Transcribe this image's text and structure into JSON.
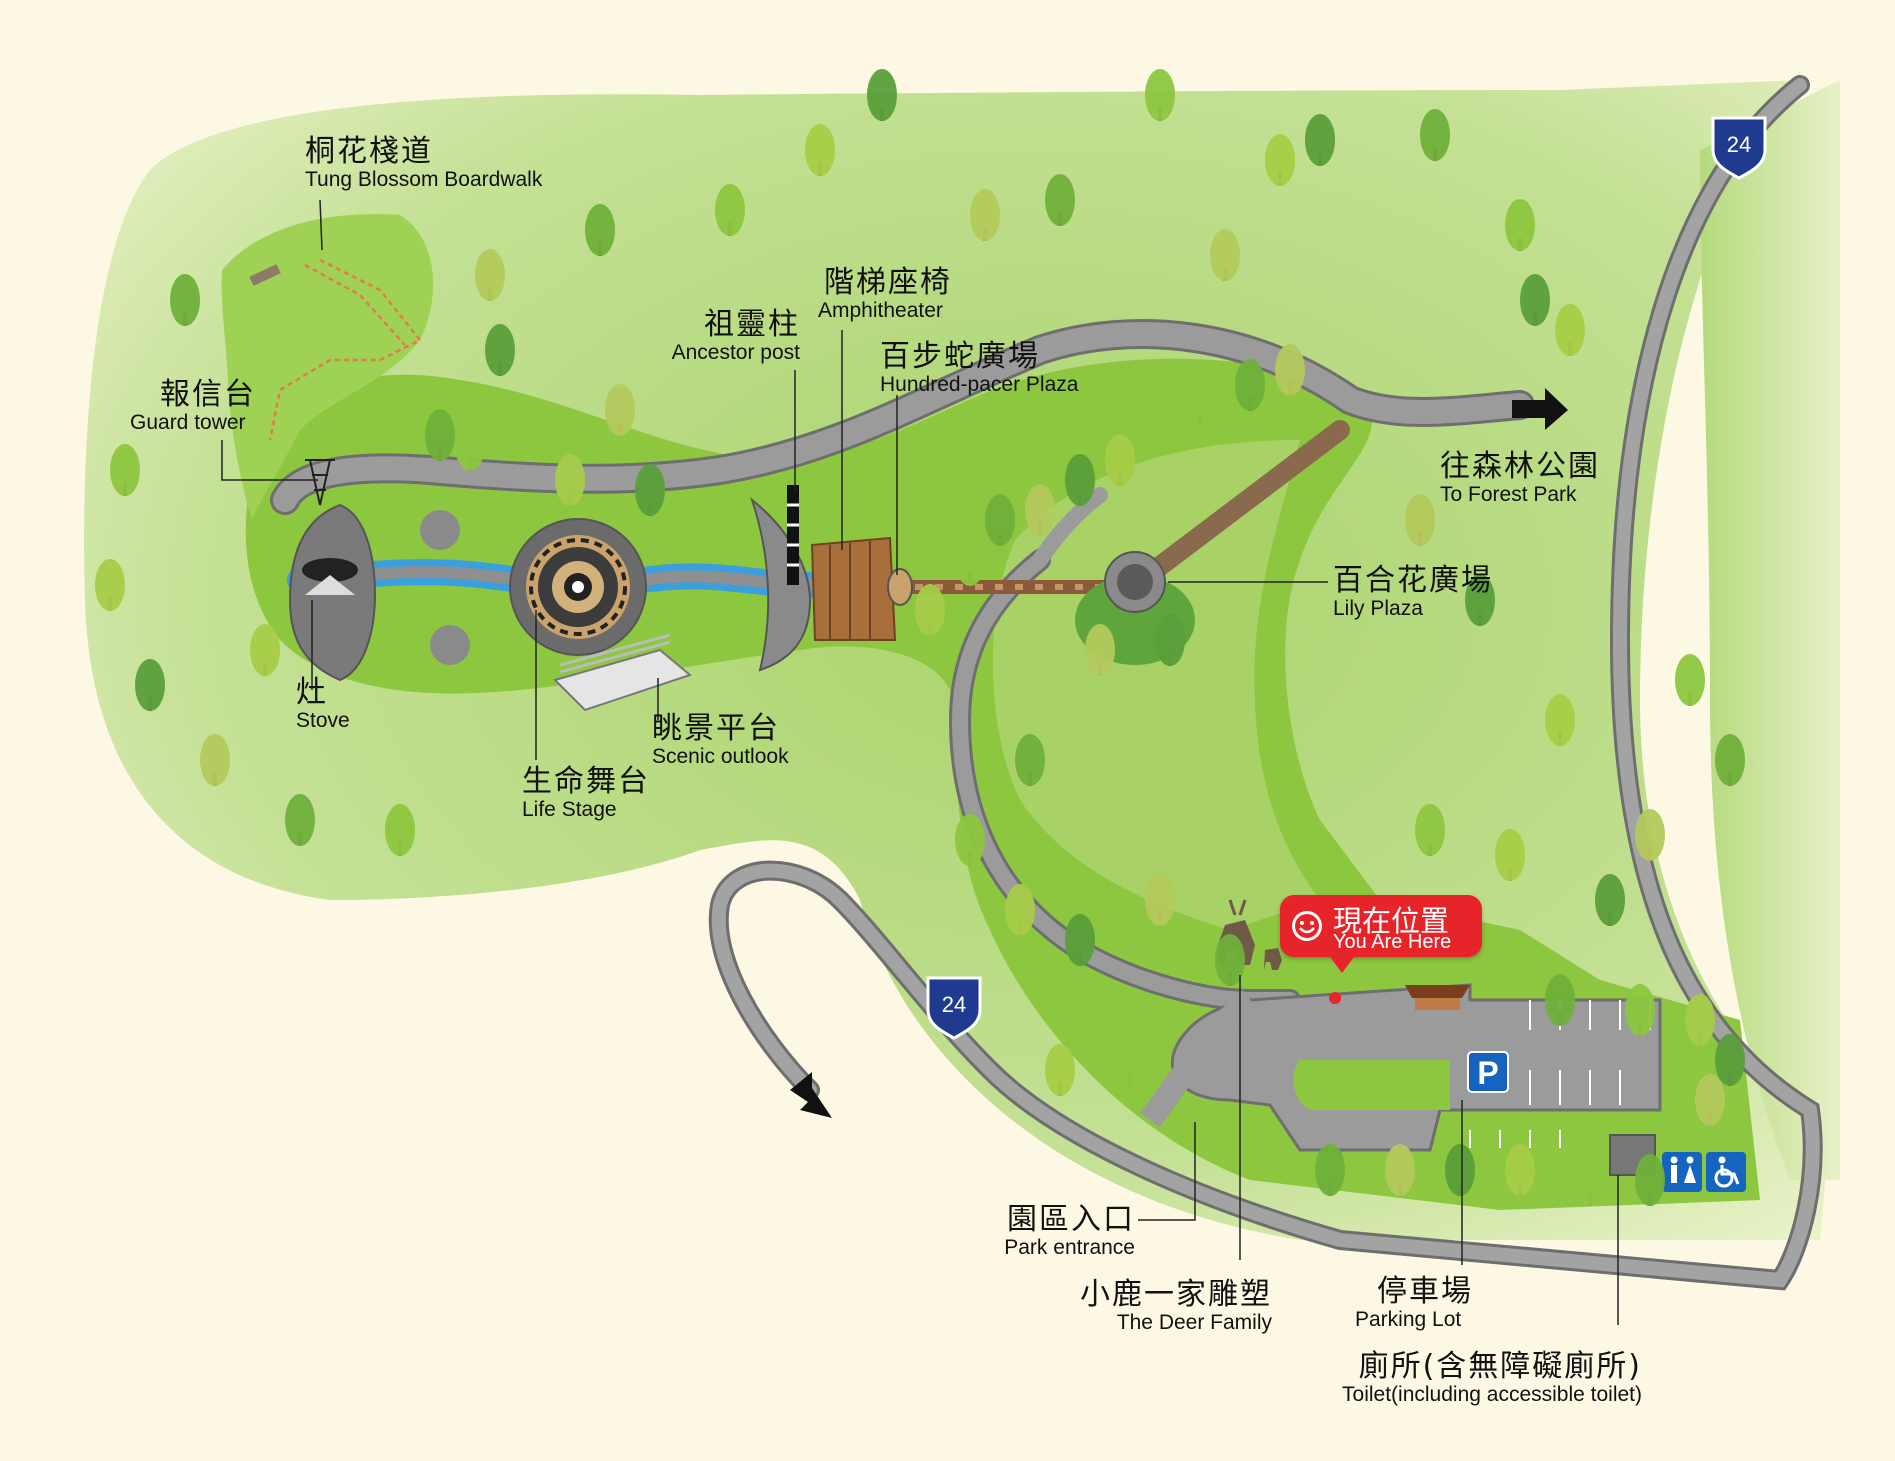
{
  "route_shield": "24",
  "labels": {
    "boardwalk": {
      "zh": "桐花棧道",
      "en": "Tung Blossom Boardwalk"
    },
    "guard_tower": {
      "zh": "報信台",
      "en": "Guard tower"
    },
    "stove": {
      "zh": "灶",
      "en": "Stove"
    },
    "life_stage": {
      "zh": "生命舞台",
      "en": "Life Stage"
    },
    "scenic_outlook": {
      "zh": "眺景平台",
      "en": "Scenic outlook"
    },
    "ancestor_post": {
      "zh": "祖靈柱",
      "en": "Ancestor post"
    },
    "amphitheater": {
      "zh": "階梯座椅",
      "en": "Amphitheater"
    },
    "hundred_pacer": {
      "zh": "百步蛇廣場",
      "en": "Hundred-pacer Plaza"
    },
    "forest_park": {
      "zh": "往森林公園",
      "en": "To Forest Park"
    },
    "lily_plaza": {
      "zh": "百合花廣場",
      "en": "Lily Plaza"
    },
    "park_entrance": {
      "zh": "園區入口",
      "en": "Park entrance"
    },
    "deer_family": {
      "zh": "小鹿一家雕塑",
      "en": "The Deer Family"
    },
    "parking_lot": {
      "zh": "停車場",
      "en": "Parking Lot"
    },
    "toilet": {
      "zh": "廁所(含無障礙廁所)",
      "en": "Toilet(including accessible toilet)"
    }
  },
  "you_are_here": {
    "zh": "現在位置",
    "en": "You Are Here"
  },
  "parking_symbol": "P",
  "icons": [
    "route-24-shield-icon",
    "parking-icon",
    "toilet-icon",
    "wheelchair-icon",
    "arrow-icon",
    "smiley-icon",
    "deer-icon",
    "tree-icon"
  ],
  "colors": {
    "background": "#fdf8e4",
    "grass": "#8dc63f",
    "grass_light": "#c8e49a",
    "road": "#9b9b9b",
    "road_edge": "#6e6e6e",
    "water": "#3b9fdc",
    "shield": "#1f3b8f",
    "marker": "#e8242b"
  }
}
